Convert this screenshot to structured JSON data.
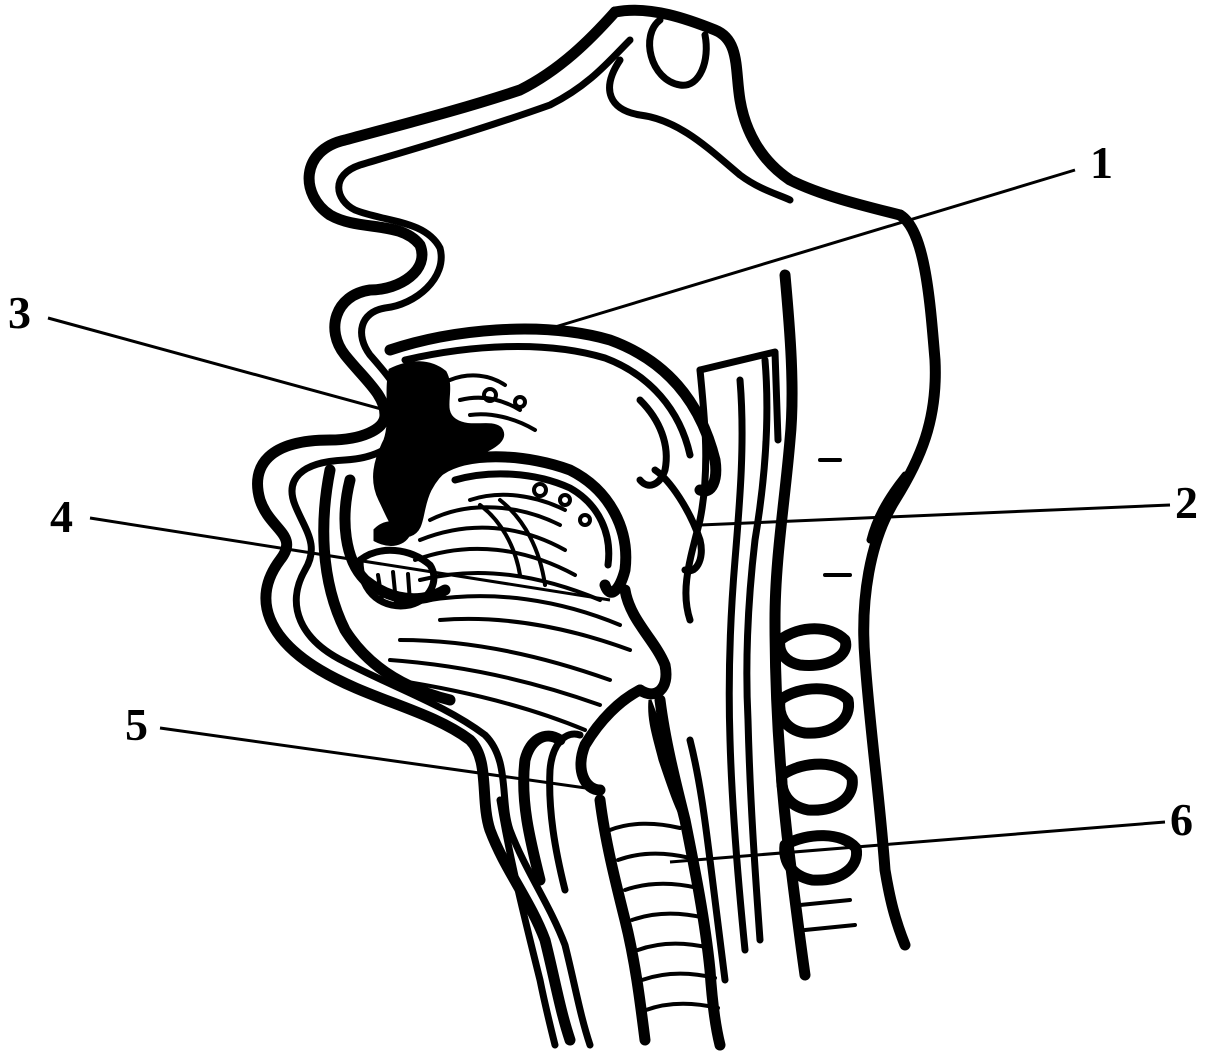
{
  "labels": [
    {
      "id": "1",
      "text": "1"
    },
    {
      "id": "2",
      "text": "2"
    },
    {
      "id": "3",
      "text": "3"
    },
    {
      "id": "4",
      "text": "4"
    },
    {
      "id": "5",
      "text": "5"
    },
    {
      "id": "6",
      "text": "6"
    }
  ],
  "colors": {
    "ink": "#000000",
    "background": "#ffffff"
  }
}
